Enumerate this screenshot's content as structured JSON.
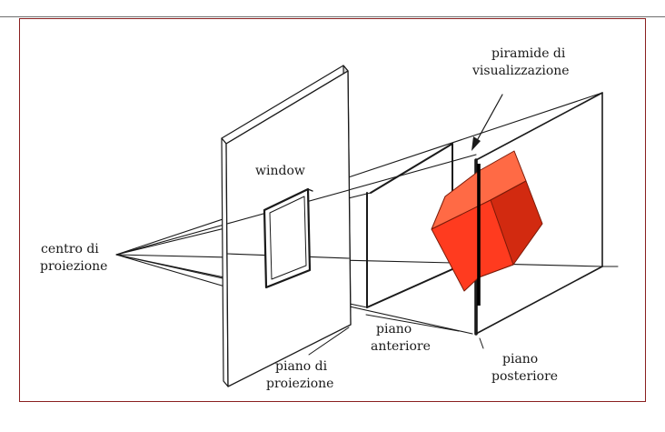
{
  "diagram": {
    "labels": {
      "piramide_line1": "piramide di",
      "piramide_line2": "visualizzazione",
      "window": "window",
      "centro_line1": "centro di",
      "centro_line2": "proiezione",
      "piano_anteriore_line1": "piano",
      "piano_anteriore_line2": "anteriore",
      "piano_proiezione_line1": "piano di",
      "piano_proiezione_line2": "proiezione",
      "piano_posteriore_line1": "piano",
      "piano_posteriore_line2": "posteriore"
    },
    "colors": {
      "frame_border": "#8a1f1f",
      "cube_front": "#ff3b1f",
      "cube_top": "#ff6a45",
      "cube_side": "#d22a10",
      "ink": "#1a1a1a"
    }
  }
}
